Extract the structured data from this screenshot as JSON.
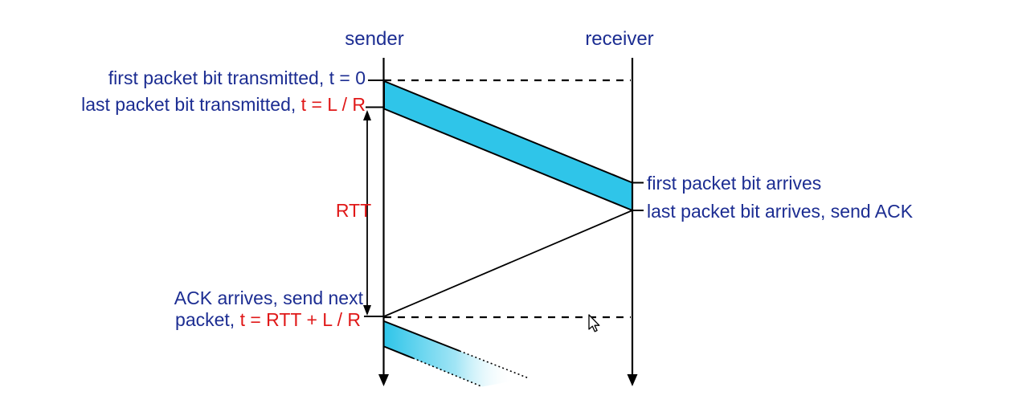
{
  "diagram": {
    "sender_label": "sender",
    "receiver_label": "receiver",
    "annotations": {
      "first_bit_transmitted": "first packet bit transmitted, t = 0",
      "last_bit_transmitted_prefix": "last packet bit transmitted, ",
      "last_bit_transmitted_time": "t = L / R",
      "first_bit_arrives": "first packet bit arrives",
      "last_bit_arrives": "last packet bit arrives, send ACK",
      "rtt_label": "RTT",
      "ack_arrives_line1": "ACK arrives, send next",
      "ack_arrives_line2_prefix": "packet, ",
      "ack_arrives_line2_time": "t = RTT + L / R"
    },
    "colors": {
      "label_text": "#1c2d92",
      "time_highlight": "#e01818",
      "packet_fill": "#2fc5e9",
      "line": "#000000"
    },
    "icons": {
      "pointer_cursor": "arrow-cursor-icon"
    }
  }
}
